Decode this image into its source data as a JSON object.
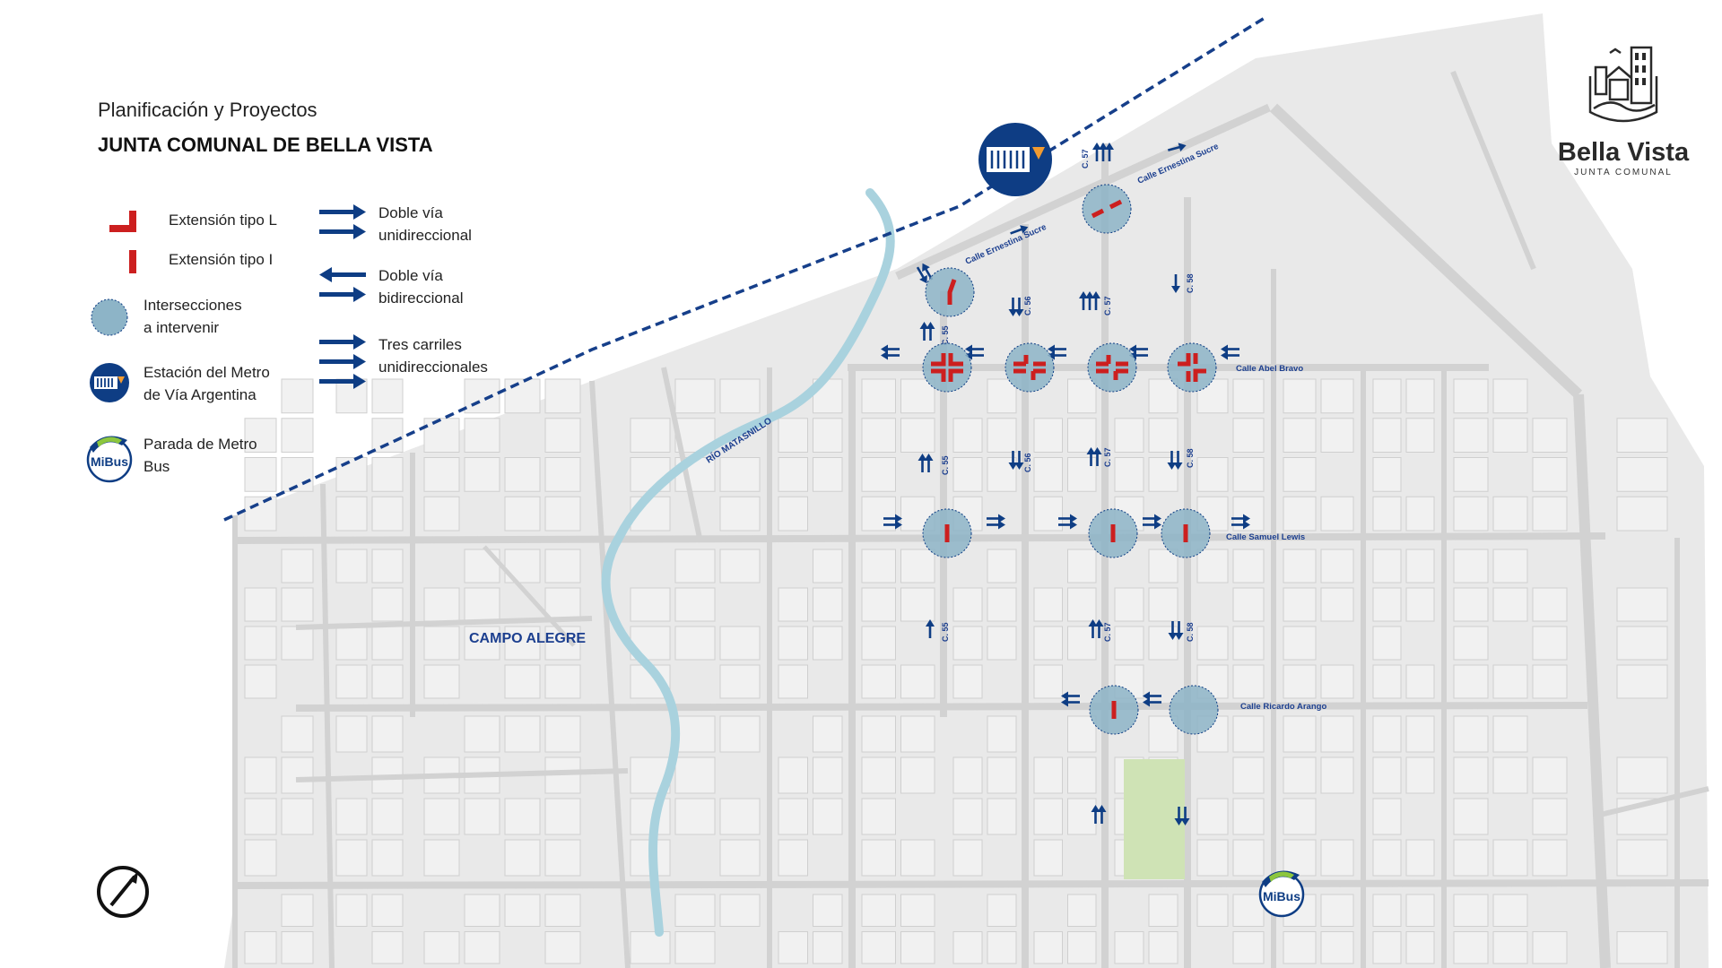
{
  "header": {
    "subtitle": "Planificación y Proyectos",
    "title": "JUNTA COMUNAL DE BELLA VISTA"
  },
  "brand": {
    "name": "Bella Vista",
    "tagline": "JUNTA COMUNAL"
  },
  "colors": {
    "navy": "#0e3d84",
    "red": "#cc1f1f",
    "intersection_fill": "#8db4c7",
    "river": "#a9d2de",
    "park": "#cfe3b5",
    "street": "#d6d6d6",
    "block": "#eeeeee"
  },
  "legend": {
    "col1": [
      {
        "icon": "l-extension-icon",
        "label": "Extensión tipo L"
      },
      {
        "icon": "i-extension-icon",
        "label": "Extensión tipo I"
      },
      {
        "icon": "intersection-icon",
        "label": "Intersecciones\na intervenir"
      },
      {
        "icon": "metro-station-icon",
        "label": "Estación del Metro\nde Vía Argentina"
      },
      {
        "icon": "mibus-stop-icon",
        "label": "Parada de Metro\nBus"
      }
    ],
    "col2": [
      {
        "icon": "double-one-way-icon",
        "label": "Doble vía\nunidireccional"
      },
      {
        "icon": "two-way-icon",
        "label": "Doble vía\nbidireccional"
      },
      {
        "icon": "three-lane-icon",
        "label": "Tres carriles\nunidireccionales"
      }
    ]
  },
  "map": {
    "neighborhood": "CAMPO ALEGRE",
    "river": "RÍO MATASNILLO",
    "mibus_logo": "MiBus",
    "streets": {
      "ernestina_1": "Calle Ernestina Sucre",
      "ernestina_2": "Calle Ernestina Sucre",
      "abel_bravo": "Calle Abel Bravo",
      "samuel_lewis": "Calle Samuel Lewis",
      "ricardo_arango": "Calle Ricardo Arango",
      "c55": "C. 55",
      "c56": "C. 56",
      "c57": "C. 57",
      "c58": "C. 58"
    }
  }
}
